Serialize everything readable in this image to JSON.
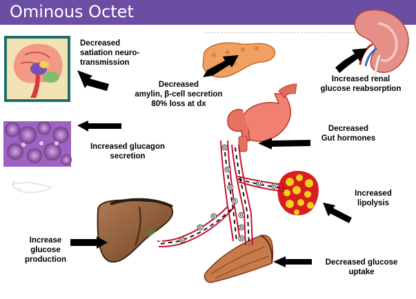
{
  "title": "Ominous Octet",
  "labels": {
    "brain": "Decreased\nsatiation neuro-\ntransmission",
    "pancreas": "Decreased\namylin, β-cell secretion\n80% loss at dx",
    "kidney": "Increased  renal\nglucose reabsorption",
    "alpha_cells": "Increased glucagon\nsecretion",
    "gut": "Decreased\nGut hormones",
    "fat": "Increased\nlipolysis",
    "liver": "Increase\nglucose\nproduction",
    "muscle": "Decreased glucose\nuptake"
  },
  "glucose_marker": "G",
  "colors": {
    "title_bar": "#6b4ea4",
    "vessel": "#c8102e",
    "arrow": "#000000"
  }
}
